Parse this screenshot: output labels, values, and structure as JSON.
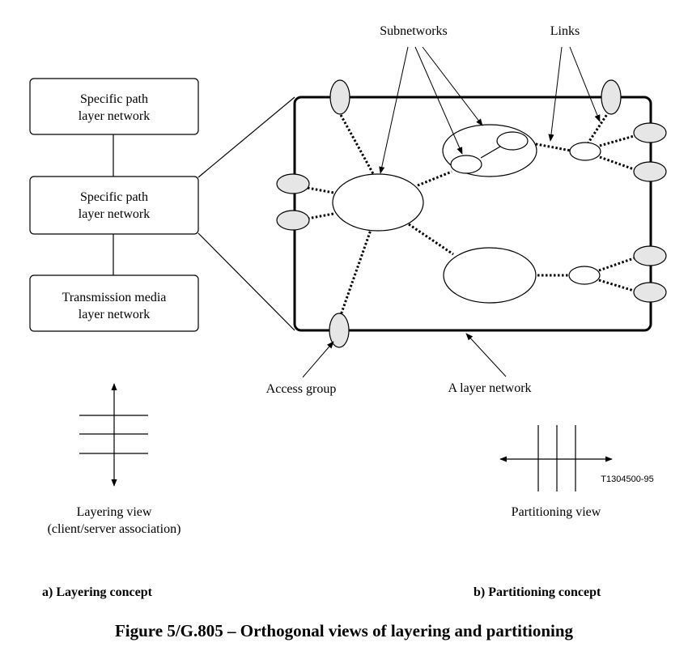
{
  "layers": {
    "box1_line1": "Specific path",
    "box1_line2": "layer network",
    "box2_line1": "Specific path",
    "box2_line2": "layer network",
    "box3_line1": "Transmission media",
    "box3_line2": "layer network"
  },
  "labels": {
    "subnetworks": "Subnetworks",
    "links": "Links",
    "access_group": "Access group",
    "layer_network": "A layer network",
    "figure_code": "T1304500-95",
    "layering_view_line1": "Layering view",
    "layering_view_line2": "(client/server association)",
    "partitioning_view": "Partitioning view",
    "sub_a": "a)  Layering concept",
    "sub_b": "b)  Partitioning concept"
  },
  "caption": "Figure 5/G.805 – Orthogonal views of layering and partitioning"
}
